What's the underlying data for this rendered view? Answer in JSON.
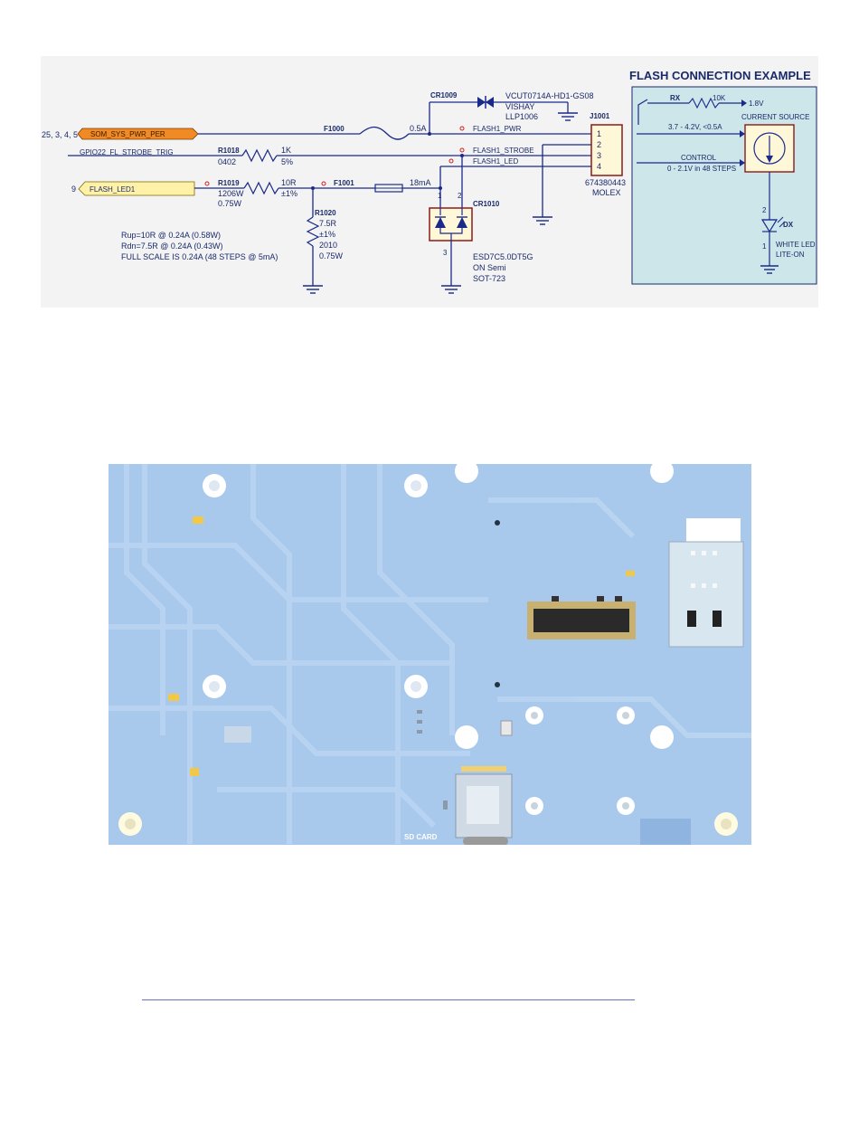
{
  "schematic": {
    "panel_title": "FLASH CONNECTION EXAMPLE",
    "net_pins": "25, 3, 4, 5",
    "net_som_pwr": "SOM_SYS_PWR_PER",
    "net_gpio_strobe": "GPIO22_FL_STROBE_TRIG",
    "flash_led_pin": "9",
    "flash_led_port": "FLASH_LED1",
    "cr1009": {
      "ref": "CR1009",
      "part": "VCUT0714A-HD1-GS08",
      "mfr": "VISHAY",
      "pkg": "LLP1006"
    },
    "f1000": {
      "ref": "F1000",
      "rating": "0.5A"
    },
    "f1001": {
      "ref": "F1001",
      "rating": "18mA"
    },
    "r1018": {
      "ref": "R1018",
      "pkg": "0402",
      "value": "1K",
      "tol": "5%"
    },
    "r1019": {
      "ref": "R1019",
      "pkg": "1206W",
      "power": "0.75W",
      "value": "10R",
      "tol": "±1%"
    },
    "r1020": {
      "ref": "R1020",
      "value": "7.5R",
      "tol": "±1%",
      "pkg": "2010",
      "power": "0.75W"
    },
    "nets": {
      "pwr": "FLASH1_PWR",
      "strobe": "FLASH1_STROBE",
      "led": "FLASH1_LED"
    },
    "j1001": {
      "ref": "J1001",
      "pins": [
        "1",
        "2",
        "3",
        "4"
      ],
      "part": "674380443",
      "mfr": "MOLEX"
    },
    "cr1010": {
      "ref": "CR1010",
      "part": "ESD7C5.0DT5G",
      "mfr": "ON Semi",
      "pkg": "SOT-723",
      "pin1": "1",
      "pin2": "2",
      "pin3": "3"
    },
    "notes": [
      "Rup=10R @ 0.24A (0.58W)",
      "Rdn=7.5R @ 0.24A (0.43W)",
      "FULL SCALE IS 0.24A (48 STEPS @ 5mA)"
    ],
    "example": {
      "rx": "RX",
      "rx_value": "10K",
      "v18": "1.8V",
      "supply": "3.7 - 4.2V, <0.5A",
      "current_source": "CURRENT SOURCE",
      "control": "CONTROL",
      "control_range": "0 - 2.1V in 48 STEPS",
      "dx": "DX",
      "pin2": "2",
      "pin1": "1",
      "led_label": "WHITE LED",
      "led_mfr": "LITE-ON"
    }
  },
  "board": {
    "sd_label": "SD CARD",
    "colors": {
      "board": "#a8c8ec",
      "trace": "#b9d5f2"
    }
  }
}
